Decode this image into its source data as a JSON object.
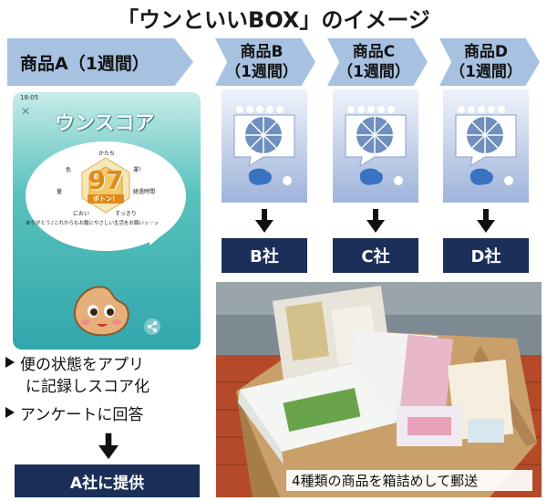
{
  "title": "「ウンといいBOX」のイメージ",
  "steps": {
    "a": "商品A（1週間）",
    "b": [
      "商品B",
      "（1週間）"
    ],
    "c": [
      "商品C",
      "（1週間）"
    ],
    "d": [
      "商品D",
      "（1週間）"
    ]
  },
  "app": {
    "status_time": "18:05",
    "title": "ウンスコア",
    "score": "97",
    "score_unit": "ポトン！",
    "axes": [
      "かたち",
      "量",
      "色",
      "運！",
      "経過時間",
      "におい",
      "すっきり"
    ],
    "message": "ありがとう♪これからもお腹にやさしい生活をお願いッ♡ッ"
  },
  "companies": {
    "b": "B社",
    "c": "C社",
    "d": "D社",
    "a": "A社に提供"
  },
  "bullets": {
    "first_line1": "便の状態をアプリ",
    "first_line2": "に記録しスコア化",
    "second": "アンケートに回答"
  },
  "photo": {
    "caption": "4種類の商品を箱詰めして郵送"
  },
  "colors": {
    "chevron": "#a7c2e0",
    "navy": "#1b2f59",
    "teal": "#3fb2b2"
  }
}
